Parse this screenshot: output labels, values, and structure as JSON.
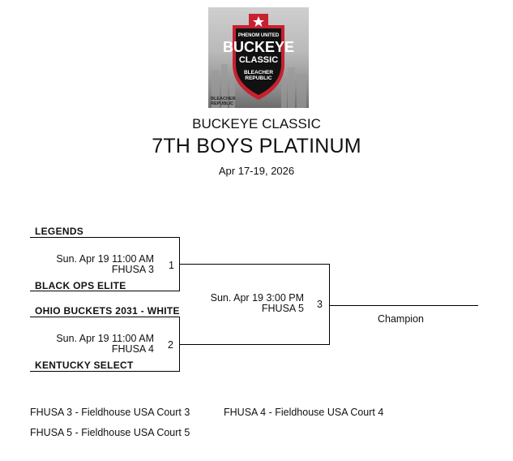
{
  "logo": {
    "top_text": "PHENOM UNITED",
    "main_line1": "BUCKEYE",
    "main_line2": "CLASSIC",
    "sponsor_line1": "BLEACHER",
    "sponsor_line2": "REPUBLIC",
    "watermark_line1": "BLEACHER",
    "watermark_line2": "REPUBLIC",
    "colors": {
      "red": "#c8202f",
      "black": "#111111",
      "white": "#ffffff"
    }
  },
  "header": {
    "event_name": "BUCKEYE CLASSIC",
    "division": "7TH BOYS PLATINUM",
    "dates": "Apr 17-19, 2026"
  },
  "bracket": {
    "round1": [
      {
        "game_number": "1",
        "top_team": "LEGENDS",
        "bottom_team": "BLACK OPS ELITE",
        "time": "Sun. Apr 19 11:00 AM",
        "court": "FHUSA 3"
      },
      {
        "game_number": "2",
        "top_team": "OHIO BUCKETS 2031 - WHITE",
        "bottom_team": "KENTUCKY SELECT",
        "time": "Sun. Apr 19 11:00 AM",
        "court": "FHUSA 4"
      }
    ],
    "final": {
      "game_number": "3",
      "time": "Sun. Apr 19 3:00 PM",
      "court": "FHUSA 5"
    },
    "champion_label": "Champion"
  },
  "court_legend": [
    "FHUSA 3 - Fieldhouse USA Court 3",
    "FHUSA 4 - Fieldhouse USA Court 4",
    "FHUSA 5 - Fieldhouse USA Court 5"
  ]
}
